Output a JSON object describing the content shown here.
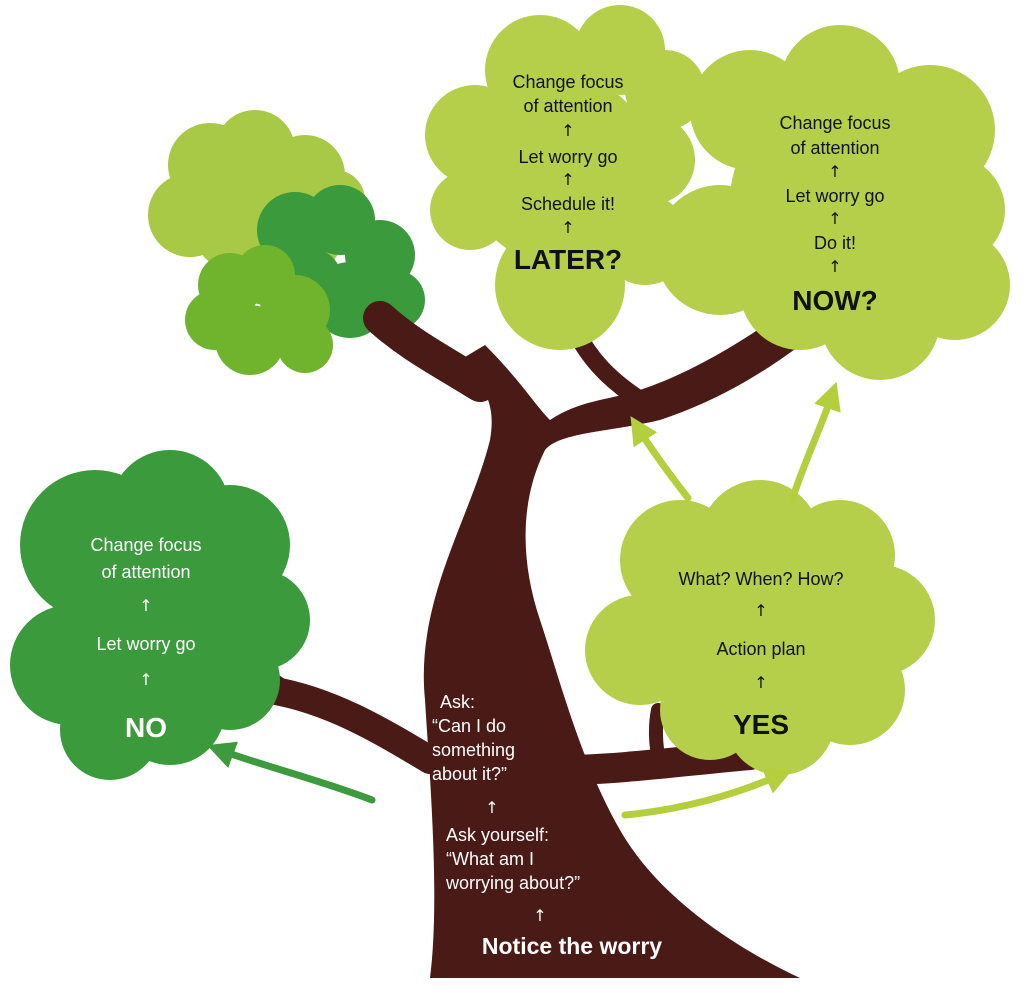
{
  "colors": {
    "trunk": "#4a1a16",
    "dark_green": "#3a9a3c",
    "mid_green": "#6fb42c",
    "light_green": "#aecb3a",
    "pale_green": "#b6cf4a",
    "arrow_dark": "#3d9a3d",
    "arrow_light": "#b3cf3e"
  },
  "icons": {
    "up_arrow": "up-arrow-icon"
  },
  "trunk": {
    "step1": "Notice the worry",
    "step2_line1": "Ask yourself:",
    "step2_line2": "“What am I",
    "step2_line3": "worrying about?”",
    "step3_line1": "Ask:",
    "step3_line2": "“Can I do",
    "step3_line3": "something",
    "step3_line4": "about it?”"
  },
  "no_branch": {
    "answer": "NO",
    "step1": "Let worry go",
    "step2_line1": "Change focus",
    "step2_line2": "of attention"
  },
  "yes_branch": {
    "answer": "YES",
    "step1": "Action plan",
    "step2": "What? When? How?"
  },
  "later_branch": {
    "answer": "LATER?",
    "step1": "Schedule it!",
    "step2": "Let worry go",
    "step3_line1": "Change focus",
    "step3_line2": "of attention"
  },
  "now_branch": {
    "answer": "NOW?",
    "step1": "Do it!",
    "step2": "Let worry go",
    "step3_line1": "Change focus",
    "step3_line2": "of attention"
  }
}
